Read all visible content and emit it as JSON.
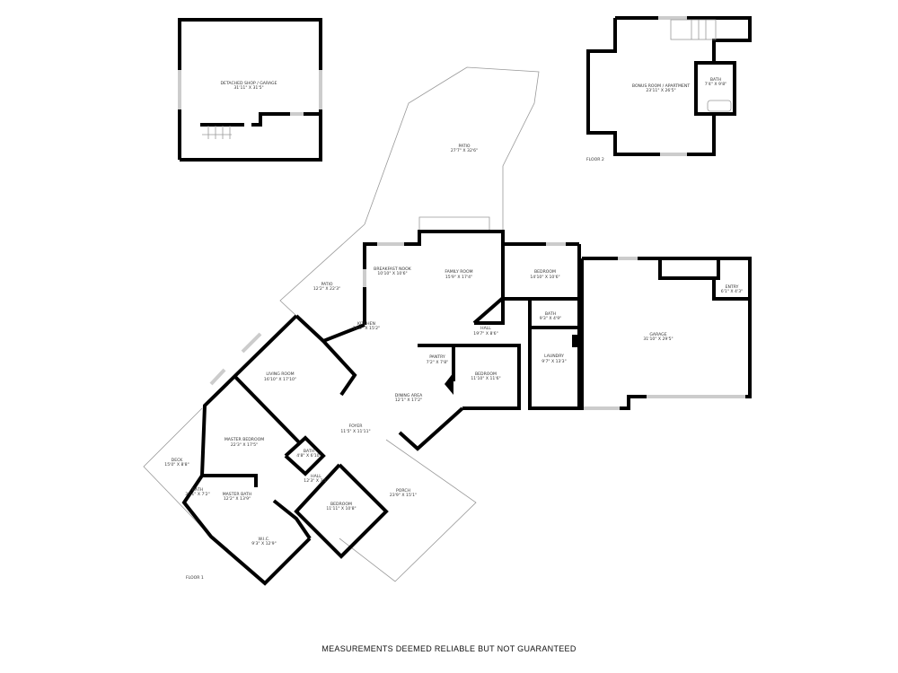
{
  "footer": "MEASUREMENTS DEEMED RELIABLE BUT NOT GUARANTEED",
  "floors": {
    "floor1": "FLOOR 1",
    "floor2": "FLOOR 2"
  },
  "rooms": {
    "detached": {
      "name": "DETACHED SHOP / GARAGE",
      "dims": "31'11\" X 31'5\""
    },
    "bonus": {
      "name": "BONUS ROOM / APARTMENT",
      "dims": "23'11\" X 26'5\""
    },
    "bath_f2": {
      "name": "BATH",
      "dims": "7'4\" X 9'8\""
    },
    "patio_large": {
      "name": "PATIO",
      "dims": "27'7\" X 32'6\""
    },
    "patio_small": {
      "name": "PATIO",
      "dims": "12'2\" X 22'3\""
    },
    "breakfast": {
      "name": "BREAKFAST NOOK",
      "dims": "10'10\" X 10'6\""
    },
    "family": {
      "name": "FAMILY ROOM",
      "dims": "15'9\" X 17'4\""
    },
    "bedroom_ne": {
      "name": "BEDROOM",
      "dims": "14'10\" X 10'6\""
    },
    "kitchen": {
      "name": "KITCHEN",
      "dims": "19'0\" X 15'2\""
    },
    "bath_hall": {
      "name": "BATH",
      "dims": "9'3\" X 4'9\""
    },
    "hall_main": {
      "name": "HALL",
      "dims": "19'7\" X 8'6\""
    },
    "garage": {
      "name": "GARAGE",
      "dims": "31'10\" X 29'5\""
    },
    "entry": {
      "name": "ENTRY",
      "dims": "6'1\" X 4'3\""
    },
    "pantry": {
      "name": "PANTRY",
      "dims": "7'2\" X 7'8\""
    },
    "laundry": {
      "name": "LAUNDRY",
      "dims": "9'7\" X 13'3\""
    },
    "bedroom_mid": {
      "name": "BEDROOM",
      "dims": "11'10\" X 11'6\""
    },
    "living": {
      "name": "LIVING ROOM",
      "dims": "16'10\" X 17'10\""
    },
    "dining": {
      "name": "DINING AREA",
      "dims": "12'1\" X 17'2\""
    },
    "foyer": {
      "name": "FOYER",
      "dims": "11'5\" X 11'11\""
    },
    "master": {
      "name": "MASTER BEDROOM",
      "dims": "22'3\" X 17'5\""
    },
    "bath_small": {
      "name": "BATH",
      "dims": "4'8\" X 6'10\""
    },
    "deck": {
      "name": "DECK",
      "dims": "15'0\" X 8'8\""
    },
    "hall_small": {
      "name": "HALL",
      "dims": "12'3\" X 3'5\""
    },
    "bath_master_wc": {
      "name": "BATH",
      "dims": "3'11\" X 7'2\""
    },
    "master_bath": {
      "name": "MASTER BATH",
      "dims": "12'2\" X 13'9\""
    },
    "porch": {
      "name": "PORCH",
      "dims": "23'9\" X 15'1\""
    },
    "bedroom_sw": {
      "name": "BEDROOM",
      "dims": "11'11\" X 10'8\""
    },
    "wic": {
      "name": "W.I.C.",
      "dims": "9'3\" X 12'9\""
    }
  }
}
